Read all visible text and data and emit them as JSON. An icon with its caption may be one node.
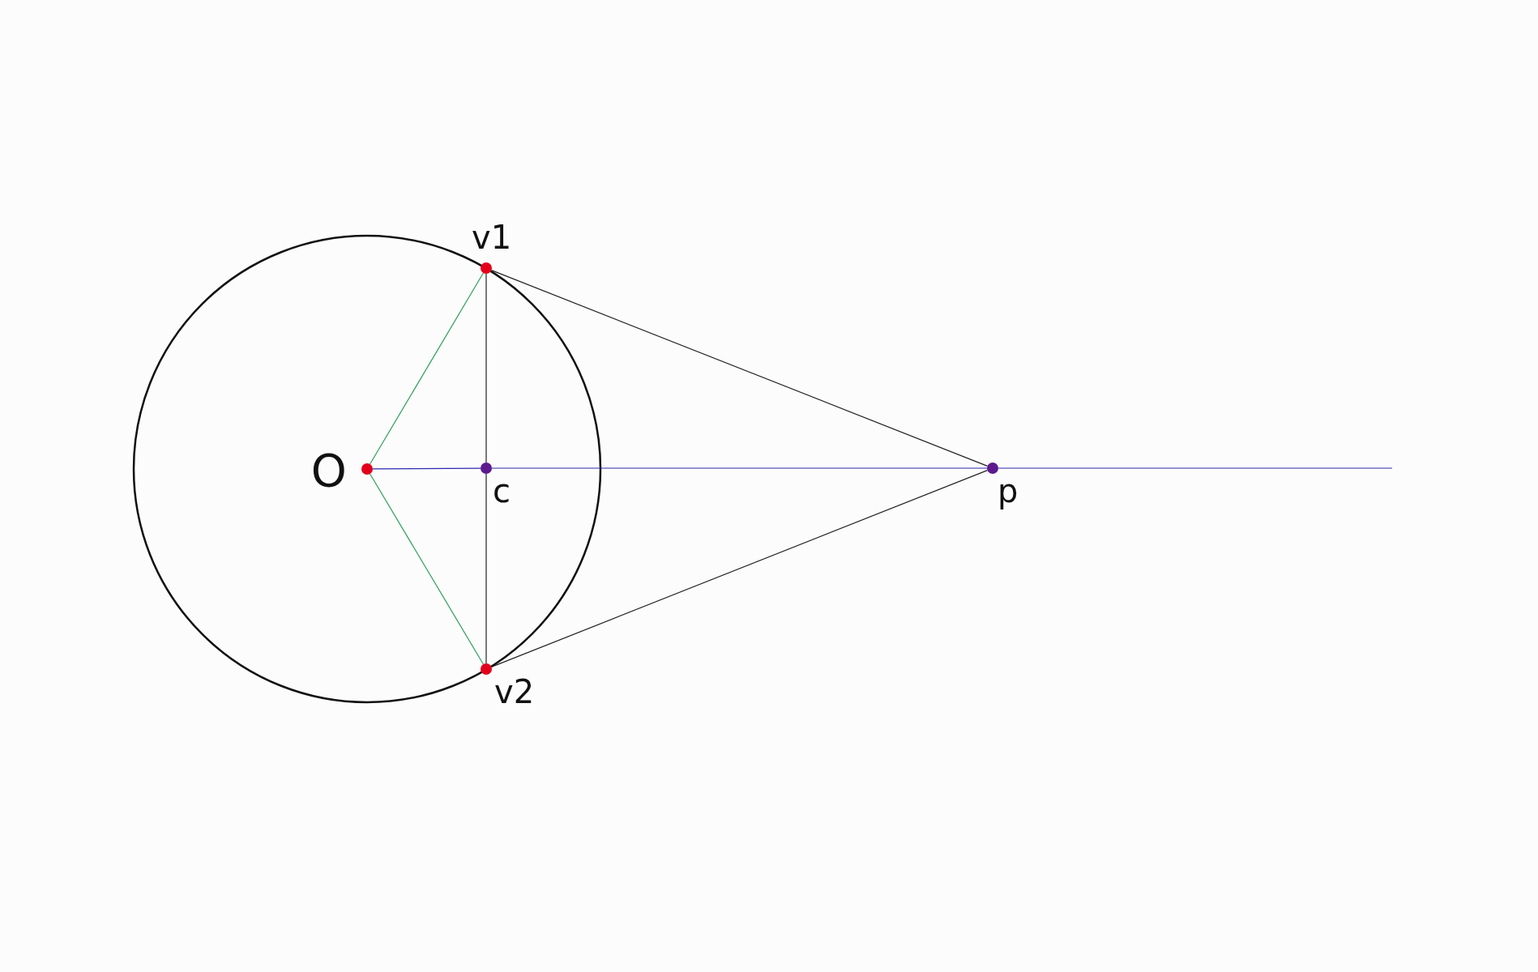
{
  "diagram": {
    "nodes": [
      {
        "text": [
          "O"
        ]
      },
      {
        "text": [
          "v1"
        ]
      },
      {
        "text": [
          "v2"
        ]
      },
      {
        "text": [
          "c"
        ]
      },
      {
        "text": [
          "p"
        ]
      }
    ],
    "edges": [
      {
        "from": 0,
        "to": 1,
        "arrow": "none",
        "color": "#2ca05a"
      },
      {
        "from": 0,
        "to": 2,
        "arrow": "none",
        "color": "#2ca05a"
      },
      {
        "from": 0,
        "to": 3,
        "arrow": "none",
        "color": "#2a2ab0"
      },
      {
        "from": 3,
        "to": 4,
        "arrow": "none",
        "color": "#2a2ab0"
      },
      {
        "from": 4,
        "to": null,
        "arrow": "none",
        "color": "#2a2ab0"
      },
      {
        "from": 1,
        "to": 3,
        "arrow": "none"
      },
      {
        "from": 3,
        "to": 2,
        "arrow": "none"
      },
      {
        "from": 1,
        "to": 4,
        "arrow": "none"
      },
      {
        "from": 2,
        "to": 4,
        "arrow": "none"
      }
    ]
  }
}
